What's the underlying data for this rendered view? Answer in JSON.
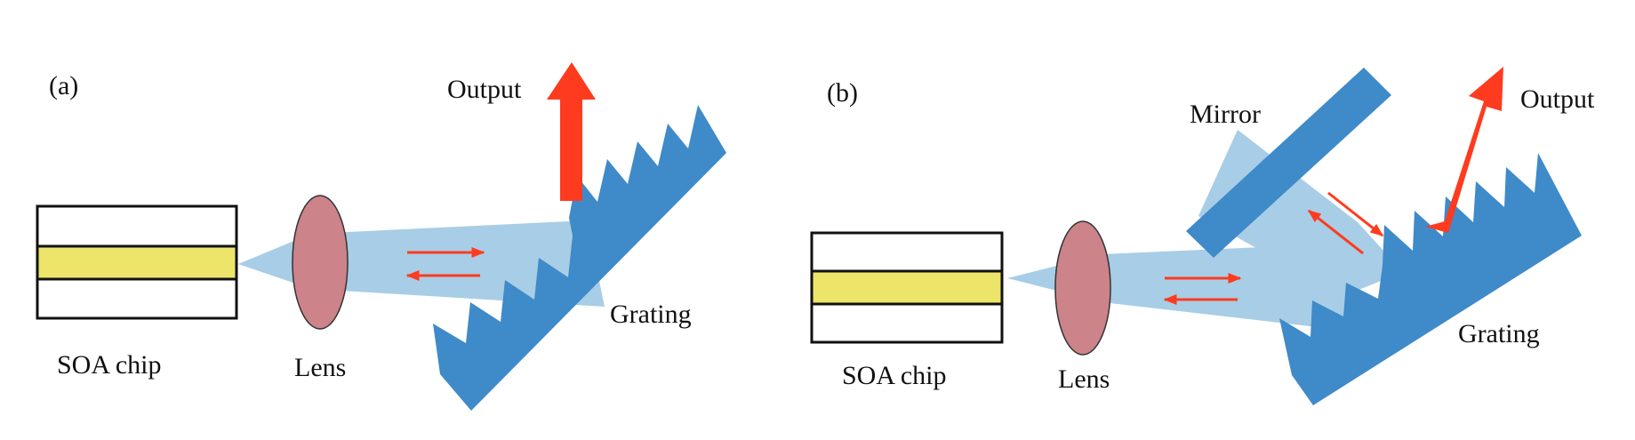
{
  "panel_a": {
    "tag": "(a)",
    "output_label": "Output",
    "soa_label": "SOA chip",
    "lens_label": "Lens",
    "grating_label": "Grating"
  },
  "panel_b": {
    "tag": "(b)",
    "mirror_label": "Mirror",
    "output_label": "Output",
    "soa_label": "SOA chip",
    "lens_label": "Lens",
    "grating_label": "Grating"
  },
  "colors": {
    "beam": "#a8cde6",
    "grating": "#3f8ac9",
    "lens": "#cc8389",
    "waveguide": "#ede46a",
    "arrow": "#ff3b1f"
  },
  "icons": [
    "soa-chip-icon",
    "lens-icon",
    "grating-icon",
    "mirror-icon",
    "output-arrow-icon",
    "beam-direction-arrows-icon"
  ]
}
